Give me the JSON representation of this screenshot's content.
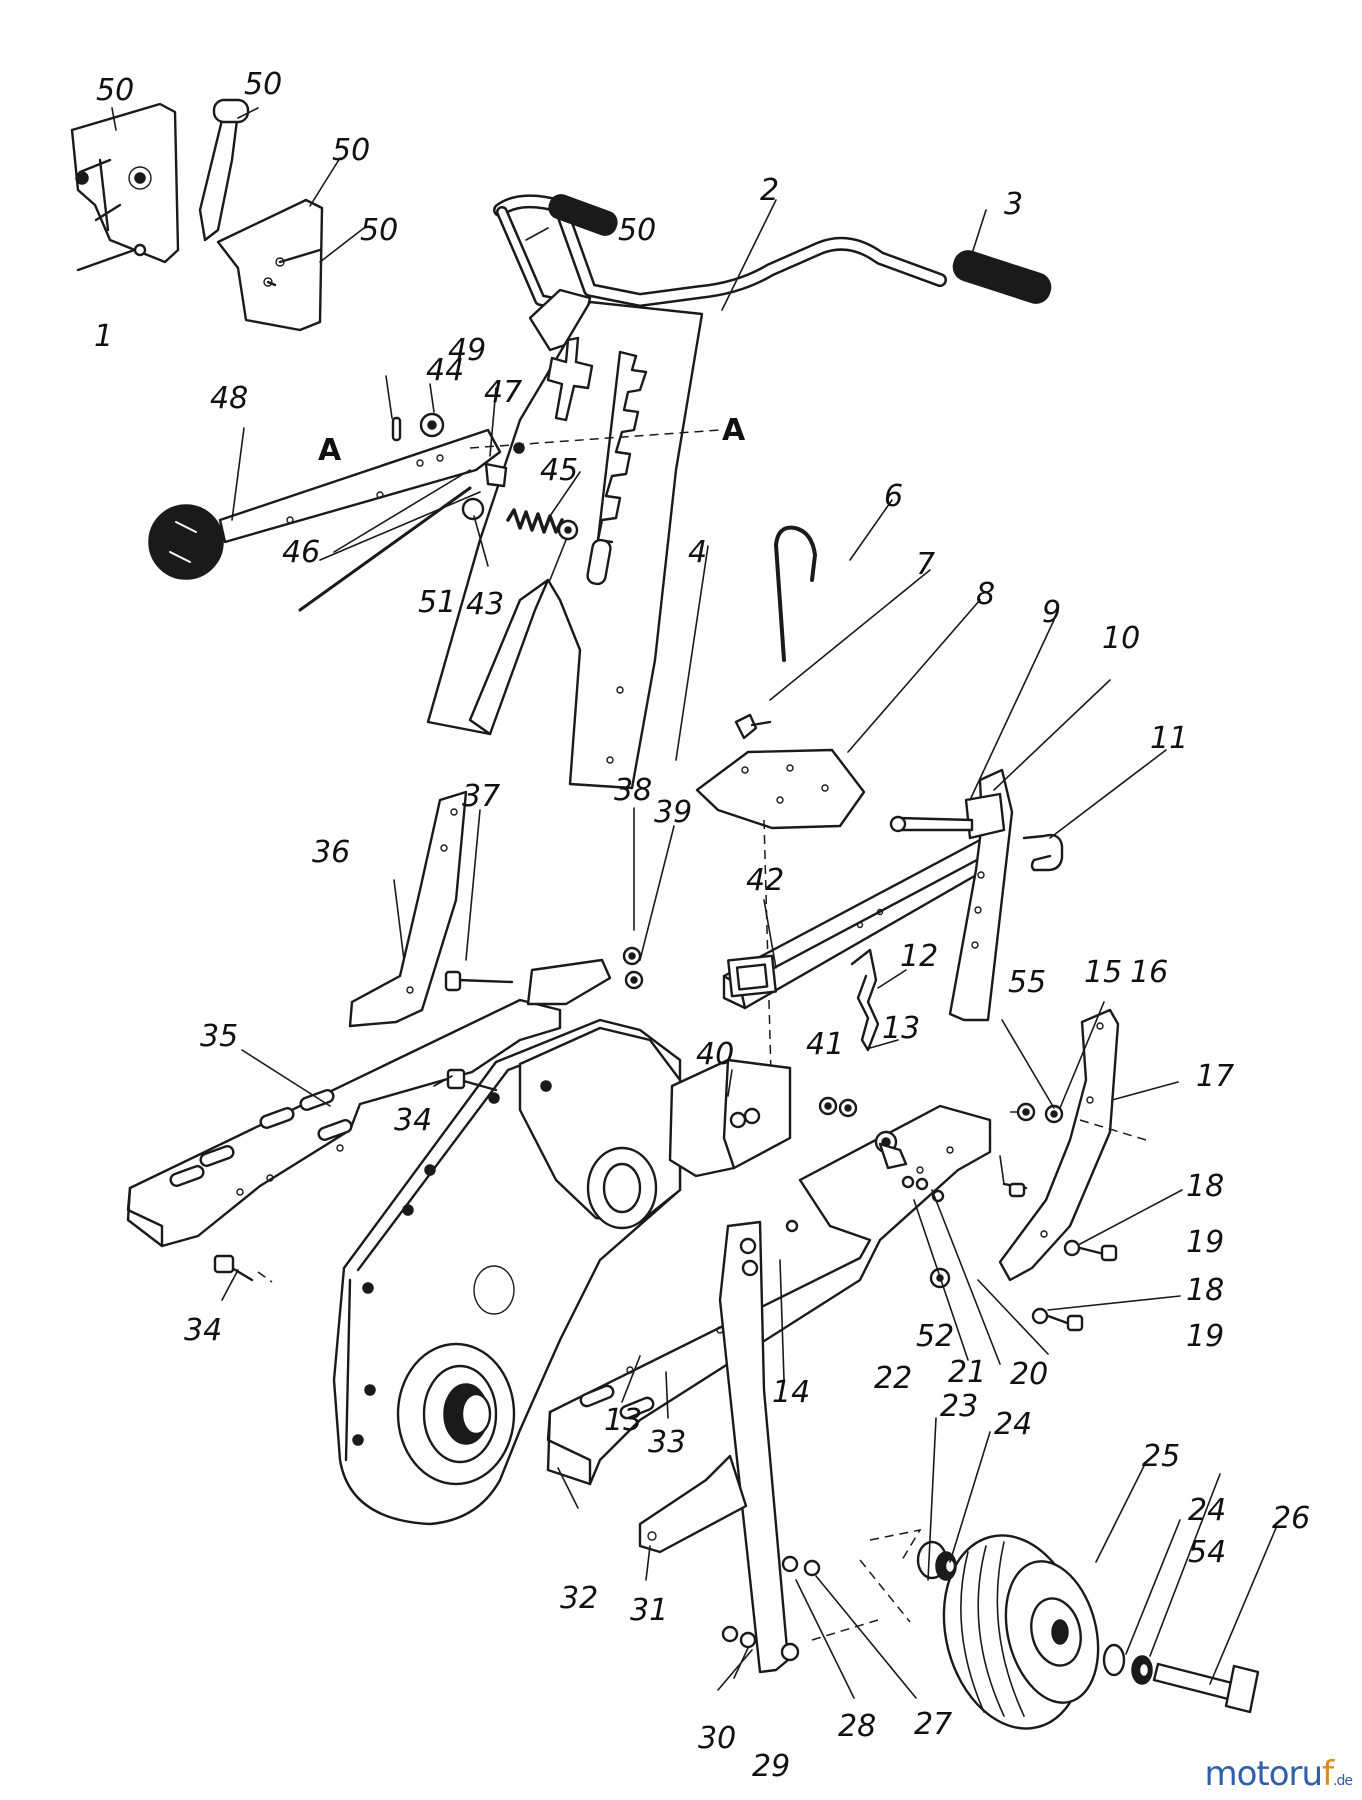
{
  "diagram": {
    "labels": [
      {
        "id": "L1",
        "text": "1"
      },
      {
        "id": "L2",
        "text": "2"
      },
      {
        "id": "L3",
        "text": "3"
      },
      {
        "id": "L4",
        "text": "4"
      },
      {
        "id": "L6",
        "text": "6"
      },
      {
        "id": "L7",
        "text": "7"
      },
      {
        "id": "L8",
        "text": "8"
      },
      {
        "id": "L9",
        "text": "9"
      },
      {
        "id": "L10",
        "text": "10"
      },
      {
        "id": "L11",
        "text": "11"
      },
      {
        "id": "L12",
        "text": "12"
      },
      {
        "id": "L13a",
        "text": "13"
      },
      {
        "id": "L13b",
        "text": "13"
      },
      {
        "id": "L14",
        "text": "14"
      },
      {
        "id": "L15",
        "text": "15"
      },
      {
        "id": "L16",
        "text": "16"
      },
      {
        "id": "L17",
        "text": "17"
      },
      {
        "id": "L18a",
        "text": "18"
      },
      {
        "id": "L18b",
        "text": "18"
      },
      {
        "id": "L19a",
        "text": "19"
      },
      {
        "id": "L19b",
        "text": "19"
      },
      {
        "id": "L20",
        "text": "20"
      },
      {
        "id": "L21",
        "text": "21"
      },
      {
        "id": "L22",
        "text": "22"
      },
      {
        "id": "L23",
        "text": "23"
      },
      {
        "id": "L24a",
        "text": "24"
      },
      {
        "id": "L24b",
        "text": "24"
      },
      {
        "id": "L25",
        "text": "25"
      },
      {
        "id": "L26",
        "text": "26"
      },
      {
        "id": "L27",
        "text": "27"
      },
      {
        "id": "L28",
        "text": "28"
      },
      {
        "id": "L29",
        "text": "29"
      },
      {
        "id": "L30",
        "text": "30"
      },
      {
        "id": "L31",
        "text": "31"
      },
      {
        "id": "L32",
        "text": "32"
      },
      {
        "id": "L33",
        "text": "33"
      },
      {
        "id": "L34a",
        "text": "34"
      },
      {
        "id": "L34b",
        "text": "34"
      },
      {
        "id": "L35",
        "text": "35"
      },
      {
        "id": "L36",
        "text": "36"
      },
      {
        "id": "L37",
        "text": "37"
      },
      {
        "id": "L38",
        "text": "38"
      },
      {
        "id": "L39",
        "text": "39"
      },
      {
        "id": "L40",
        "text": "40"
      },
      {
        "id": "L41",
        "text": "41"
      },
      {
        "id": "L42",
        "text": "42"
      },
      {
        "id": "L43",
        "text": "43"
      },
      {
        "id": "L44",
        "text": "44"
      },
      {
        "id": "L45",
        "text": "45"
      },
      {
        "id": "L46",
        "text": "46"
      },
      {
        "id": "L47",
        "text": "47"
      },
      {
        "id": "L48",
        "text": "48"
      },
      {
        "id": "L49",
        "text": "49"
      },
      {
        "id": "L50a",
        "text": "50"
      },
      {
        "id": "L50b",
        "text": "50"
      },
      {
        "id": "L50c",
        "text": "50"
      },
      {
        "id": "L50d",
        "text": "50"
      },
      {
        "id": "L50e",
        "text": "50"
      },
      {
        "id": "L51",
        "text": "51"
      },
      {
        "id": "L52",
        "text": "52"
      },
      {
        "id": "L54",
        "text": "54"
      },
      {
        "id": "L55",
        "text": "55"
      },
      {
        "id": "LA1",
        "text": "A"
      },
      {
        "id": "LA2",
        "text": "A"
      }
    ]
  },
  "watermark": {
    "brand_main": "motoru",
    "brand_accent": "f",
    "suffix": ".de"
  }
}
